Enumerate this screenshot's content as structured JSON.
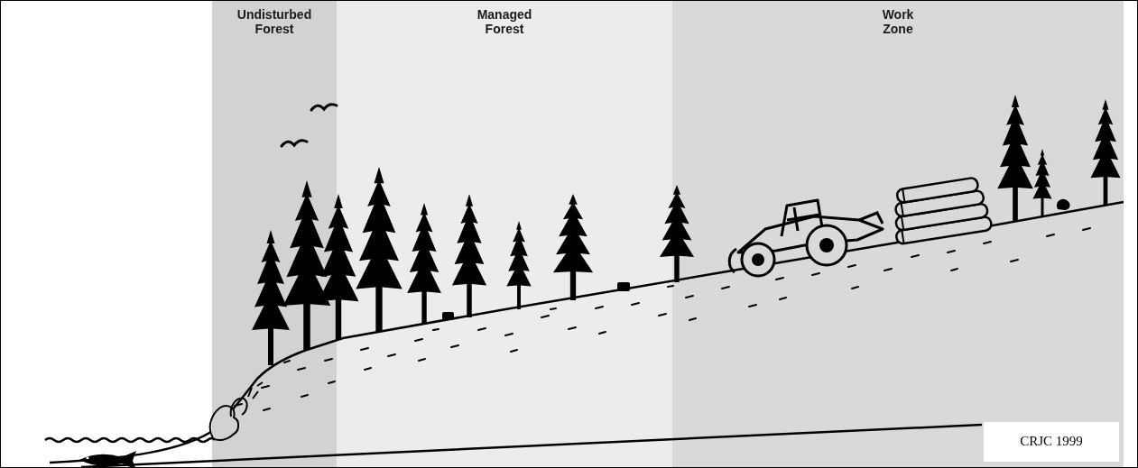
{
  "diagram": {
    "nodes": [
      {
        "text": [
          "Undisturbed Forest"
        ]
      },
      {
        "text": [
          "Managed Forest"
        ]
      },
      {
        "text": [
          "Work Zone"
        ]
      },
      {
        "text": [
          "CRJC 1999"
        ],
        "in": 2
      }
    ]
  }
}
